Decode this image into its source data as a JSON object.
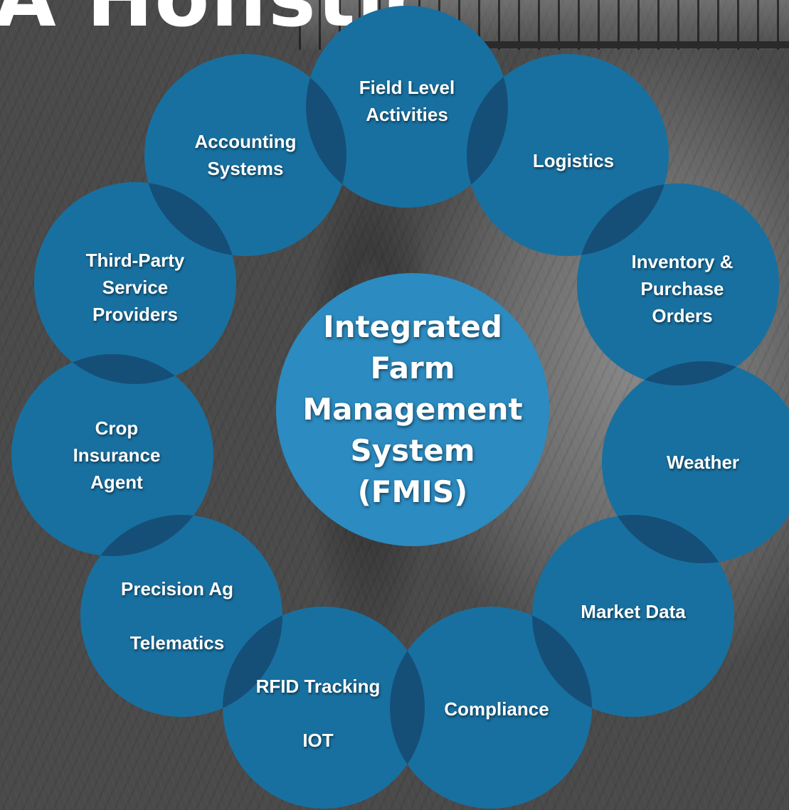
{
  "headline": "A Holistic",
  "colors": {
    "node_fill": "#1870a0",
    "overlap_fill": "#154f78",
    "center_fill": "#2c8bc0",
    "text": "#ffffff"
  },
  "center": {
    "label": "Integrated\nFarm\nManagement\nSystem\n(FMIS)"
  },
  "nodes": [
    {
      "key": "field-level-activities",
      "lines": [
        "Field Level",
        "Activities"
      ]
    },
    {
      "key": "logistics",
      "lines": [
        "Logistics"
      ]
    },
    {
      "key": "inventory-purchase-orders",
      "lines": [
        "Inventory &",
        "Purchase",
        "Orders"
      ]
    },
    {
      "key": "weather",
      "lines": [
        "Weather"
      ]
    },
    {
      "key": "market-data",
      "lines": [
        "Market Data"
      ]
    },
    {
      "key": "compliance",
      "lines": [
        "Compliance"
      ]
    },
    {
      "key": "rfid-iot",
      "lines": [
        "RFID Tracking",
        "",
        "IOT"
      ]
    },
    {
      "key": "precision-ag-telematics",
      "lines": [
        "Precision Ag",
        "",
        "Telematics"
      ]
    },
    {
      "key": "crop-insurance-agent",
      "lines": [
        "Crop",
        "Insurance",
        "Agent"
      ]
    },
    {
      "key": "third-party-service-providers",
      "lines": [
        "Third-Party",
        "Service",
        "Providers"
      ]
    },
    {
      "key": "accounting-systems",
      "lines": [
        "Accounting",
        "Systems"
      ]
    }
  ]
}
